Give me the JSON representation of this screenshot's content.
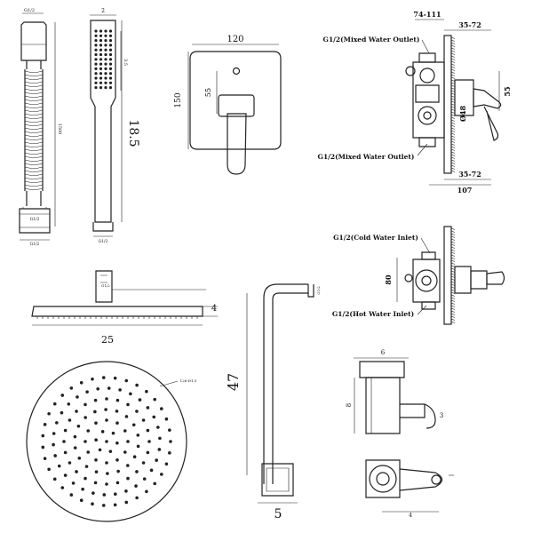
{
  "hose": {
    "top_label": "G1/2",
    "length": "1500",
    "bottom_label1": "G1/2",
    "bottom_label2": "G1/2"
  },
  "hand_shower": {
    "top_dim": "2",
    "side_dim": "3.5",
    "length": "18.5",
    "bottom_label": "G1/2"
  },
  "faceplate": {
    "width": "120",
    "height": "150",
    "offset": "55"
  },
  "diverter_side": {
    "dim_range_top": "74-111",
    "dim_right_top": "35-72",
    "outlet_top": "G1/2(Mixed Water Outlet)",
    "outlet_bottom": "G1/2(Mixed Water Outlet)",
    "diameter": "Ø48",
    "height": "55",
    "dim_right_bottom": "35-72",
    "total_depth": "107"
  },
  "valve_top": {
    "cold_inlet": "G1/2(Cold Water Inlet)",
    "hot_inlet": "G1/2(Hot Water Inlet)",
    "height": "80"
  },
  "rain_head_side": {
    "width": "25",
    "thickness": "4",
    "conn_label": "G1/2"
  },
  "rain_head_top": {
    "hole_label": "126-Ø1.5"
  },
  "shower_arm": {
    "length": "47",
    "foot": "5",
    "top_label": "G1/2"
  },
  "bracket": {
    "width": "6",
    "height": "8",
    "side": "3",
    "bottom": "4"
  }
}
